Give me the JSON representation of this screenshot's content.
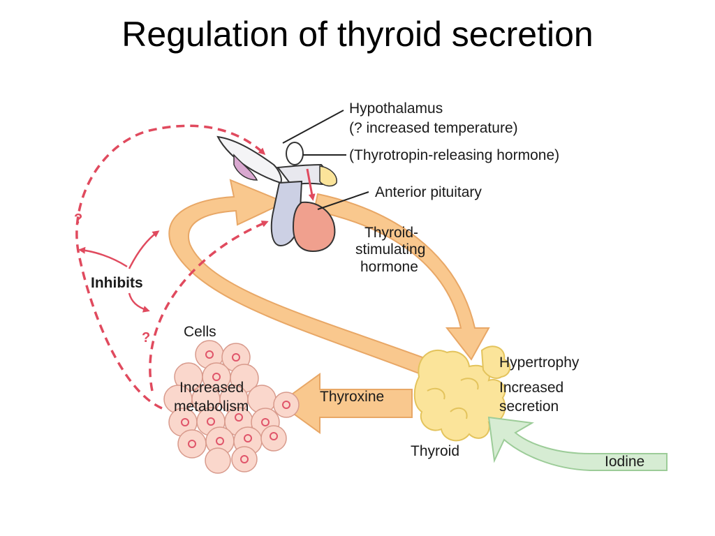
{
  "title": "Regulation of thyroid secretion",
  "labels": {
    "hypothalamus": "Hypothalamus",
    "hypothalamus_note": "(? increased temperature)",
    "trh": "(Thyrotropin-releasing hormone)",
    "anterior_pituitary": "Anterior pituitary",
    "tsh_line1": "Thyroid-",
    "tsh_line2": "stimulating",
    "tsh_line3": "hormone",
    "inhibits": "Inhibits",
    "question": "?",
    "cells": "Cells",
    "increased_metabolism_line1": "Increased",
    "increased_metabolism_line2": "metabolism",
    "thyroxine": "Thyroxine",
    "hypertrophy": "Hypertrophy",
    "increased_secretion_line1": "Increased",
    "increased_secretion_line2": "secretion",
    "thyroid": "Thyroid",
    "iodine": "Iodine"
  },
  "colors": {
    "orange_arrow_fill": "#f9c88e",
    "orange_arrow_stroke": "#e8a766",
    "inhibit_red": "#e04a5e",
    "iodine_arrow_fill": "#d6ecd3",
    "iodine_arrow_stroke": "#9ccc98",
    "thyroid_fill": "#fbe49a",
    "cell_fill": "#fad7cc",
    "pituitary_fill": "#f0a08e"
  }
}
